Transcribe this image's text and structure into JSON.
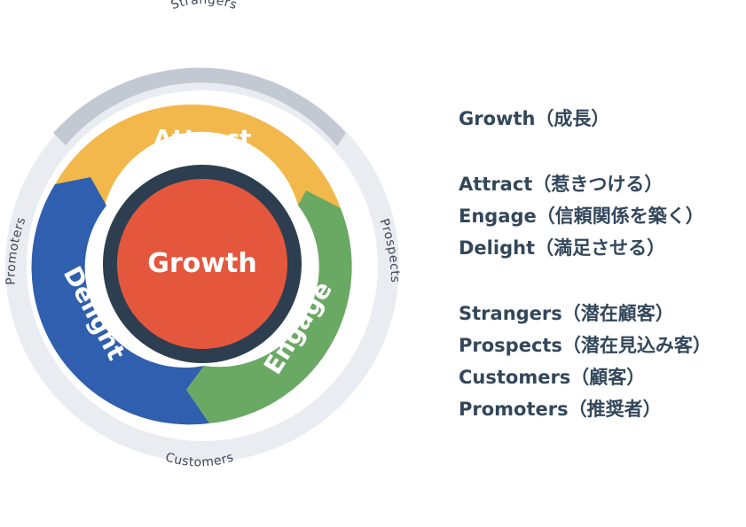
{
  "flywheel": {
    "center_label": "Growth",
    "segments": [
      {
        "name": "Attract",
        "color": "#f2b84b"
      },
      {
        "name": "Engage",
        "color": "#6aa964"
      },
      {
        "name": "Delight",
        "color": "#2f5fae"
      }
    ],
    "center_color": "#e4573d",
    "hub_ring_color": "#2d3e50",
    "outer_ring": {
      "top": "Strangers",
      "right": "Prospects",
      "bottom": "Customers",
      "left": "Promoters"
    }
  },
  "legend": {
    "groups": [
      [
        "Growth（成長）"
      ],
      [
        "Attract（惹きつける）",
        "Engage（信頼関係を築く）",
        "Delight（満足させる）"
      ],
      [
        "Strangers（潜在顧客）",
        "Prospects（潜在見込み客）",
        "Customers（顧客）",
        "Promoters（推奨者）"
      ]
    ]
  }
}
